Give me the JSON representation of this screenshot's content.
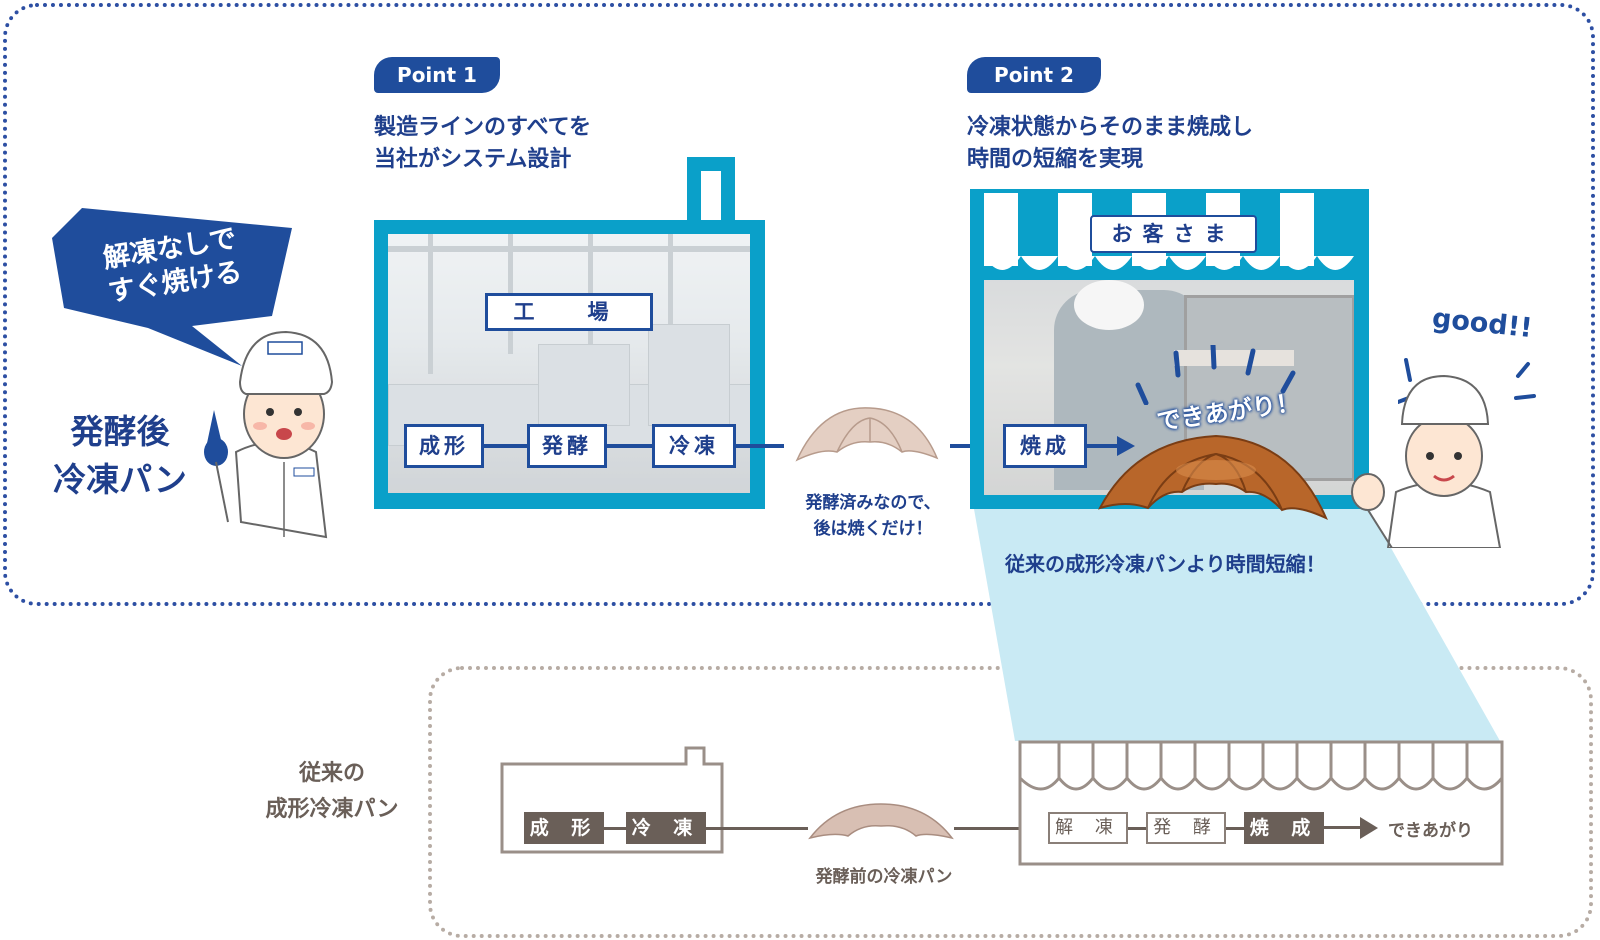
{
  "speech_bubble": {
    "line1": "解凍なしで",
    "line2": "すぐ焼ける"
  },
  "product_title": {
    "line1": "発酵後",
    "line2": "冷凍パン"
  },
  "point1": {
    "tag": "Point 1",
    "caption": "製造ラインのすべてを\n当社がシステム設計",
    "place": "工　場",
    "steps": [
      "成形",
      "発酵",
      "冷凍"
    ]
  },
  "middle_note": "発酵済みなので、\n後は焼くだけ！",
  "point2": {
    "tag": "Point 2",
    "caption": "冷凍状態からそのまま焼成し\n時間の短縮を実現",
    "place": "お客さま",
    "step": "焼成",
    "exclaim": "できあがり！",
    "good": "good!!",
    "result": "従来の成形冷凍パンより時間短縮！"
  },
  "conventional": {
    "title": "従来の\n成形冷凍パン",
    "factory_steps": [
      "成 形",
      "冷 凍"
    ],
    "dough_note": "発酵前の冷凍パン",
    "shop_steps": [
      "解 凍",
      "発 酵",
      "焼 成"
    ],
    "result": "できあがり"
  },
  "colors": {
    "navy": "#1f4d9c",
    "cyan": "#0aa0c9",
    "muted": "#6a5f58",
    "light_beam": "#c9eaf4"
  }
}
